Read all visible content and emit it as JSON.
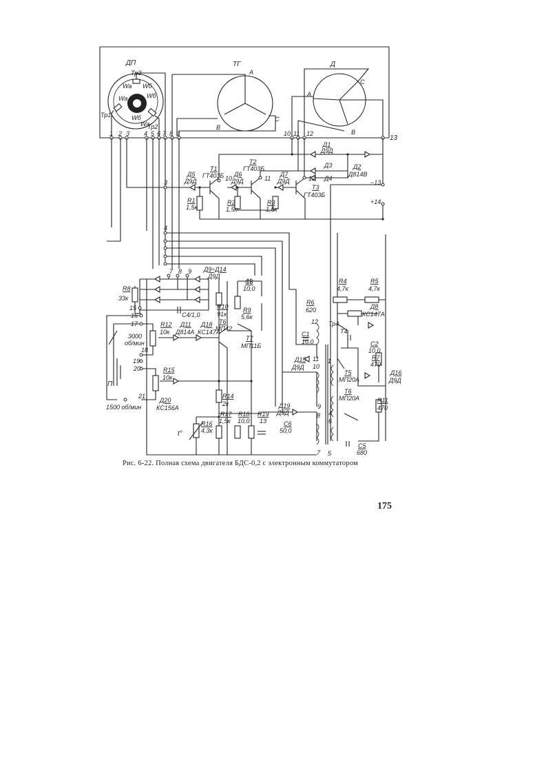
{
  "figure": {
    "labels": {
      "dp": "ДП",
      "tr3": "Тр3",
      "tr1": "Тр1",
      "tr2": "Тр2",
      "wa1": "Wa",
      "wb1": "Wб",
      "wa2": "Wa",
      "wb2": "Wб",
      "wb3": "Wб",
      "wa3": "Wa",
      "tg": "ТГ",
      "tg_a": "A",
      "tg_b": "B",
      "tg_c": "C",
      "d": "Д",
      "d_a": "A",
      "d_b": "B",
      "d_c": "C",
      "n1": "1",
      "n2": "2",
      "n3": "3",
      "n4": "4",
      "n5": "5",
      "n6": "6",
      "n7": "7",
      "n8": "8",
      "n9": "9",
      "n10": "10",
      "n11": "11",
      "n12": "12",
      "n13": "13",
      "d1": "Д1",
      "d1t": "Д9Д",
      "d3": "Д3",
      "d4": "Д4",
      "d2": "Д2",
      "d2t": "Д814В",
      "m13": "−13",
      "p14": "+14",
      "d5": "Д5",
      "d5t": "Д9Д",
      "t1": "Т1",
      "t1t": "ГТ403Б",
      "t2": "Т2",
      "t2t": "ГТ403Б",
      "t3": "Т3",
      "t3t": "ГТ403Б",
      "d6": "Д6",
      "d6t": "Д9Д",
      "d7": "Д7",
      "d7t": "Д9Д",
      "r1": "R1",
      "r1v": "1,5к",
      "r2": "R2",
      "r2v": "1,5к",
      "r3": "R3",
      "r3v": "1,5к",
      "tn10": "10",
      "tn11": "11",
      "tn12": "12",
      "tn3": "3",
      "tn4": "4",
      "b7": "7",
      "b8": "8",
      "b9": "9",
      "d9": "Д9÷Д14",
      "d9t": "Д9Д",
      "r8": "R8",
      "r8v": "33к",
      "c4": "C4/1,0",
      "s15": "15",
      "s16": "16",
      "s17": "17",
      "s18": "18",
      "s19": "19",
      "s20": "20",
      "s21": "21",
      "r12": "R12",
      "r12v": "10к",
      "d11": "Д11",
      "d11t": "Д814А",
      "d18": "Д18",
      "d18t": "КС147А",
      "rpm3000": "3000",
      "rpm_unit1": "об/мин",
      "p": "П",
      "r15": "R15",
      "r15v": "10к",
      "rpm1500": "1500 об/мин",
      "d20": "Д20",
      "d20t": "КС156А",
      "r10": "R10",
      "r10v": "91к",
      "t6a": "Т6",
      "t6at": "МП42",
      "c3": "C3",
      "c3v": "10,0",
      "r9": "R9",
      "r9v": "5,6к",
      "t7": "Т7",
      "t7t": "МП11Б",
      "r14": "R14",
      "r14v": "2к",
      "r17": "R17",
      "r17v": "1,5к",
      "r16": "R16",
      "r16v": "4,3к",
      "temp": "t°",
      "r18": "R18",
      "r18v": "10,0",
      "r19": "R19",
      "r19v": "13",
      "d19": "Д19",
      "d19t": "Д9Д",
      "c6": "C6",
      "c6v": "50,0",
      "r6": "R6",
      "r6v": "620",
      "c1": "C1",
      "c1v": "10,0",
      "d15": "Д15",
      "d15t": "Д9Д",
      "w12": "12",
      "w11": "11",
      "w10": "10",
      "w9": "9",
      "w8": "8",
      "w7": "7",
      "tr4": "Тр4",
      "t4": "Т4",
      "r4": "R4",
      "r4v": "4,7к",
      "r5": "R5",
      "r5v": "4,7к",
      "d8": "Д8",
      "d8t": "КС147А",
      "c2": "C2",
      "c2v": "10,0",
      "r7": "R7",
      "r7v": "470",
      "t5": "Т5",
      "t5t": "МП20А",
      "t6b": "Т6",
      "t6bt": "МП20А",
      "r11": "R11",
      "r11v": "470",
      "d16": "Д16",
      "d16t": "Д9Д",
      "w1": "1",
      "w4": "4",
      "w6": "6",
      "w5": "5",
      "c5": "C5",
      "c5v": "680"
    }
  },
  "caption": "Рис. 6-22. Полная схема двигателя БДС-0,2 с электронным коммутатором",
  "page_number": "175"
}
